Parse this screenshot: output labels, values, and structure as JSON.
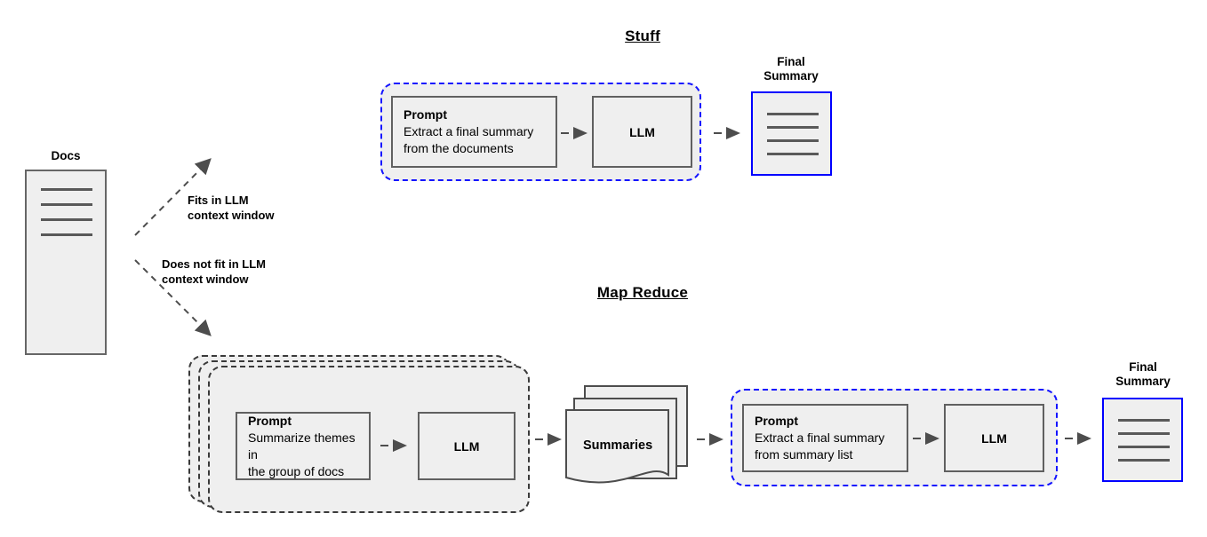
{
  "diagram": {
    "title_stuff": "Stuff",
    "title_map_reduce": "Map Reduce"
  },
  "source": {
    "label": "Docs",
    "icon": "document-icon"
  },
  "branches": [
    {
      "id": "fits",
      "label_line1": "Fits in LLM",
      "label_line2": "context window",
      "icon": "dashed-arrow-up-right-icon"
    },
    {
      "id": "does-not-fit",
      "label_line1": "Does not fit in LLM",
      "label_line2": "context window",
      "icon": "dashed-arrow-down-right-icon"
    }
  ],
  "stuff": {
    "title": "Stuff",
    "prompt": {
      "title": "Prompt",
      "body": "Extract a final summary\nfrom the documents"
    },
    "llm": "LLM",
    "arrow1_icon": "arrow-right-icon",
    "arrow2_icon": "arrow-right-icon",
    "final_summary": {
      "caption_line1": "Final",
      "caption_line2": "Summary",
      "icon": "document-icon"
    }
  },
  "map_reduce": {
    "title": "Map Reduce",
    "map_stage": {
      "stack_count": 3,
      "prompt": {
        "title": "Prompt",
        "body": "Summarize themes in\nthe group of docs"
      },
      "llm": "LLM",
      "arrow_icon": "arrow-right-icon"
    },
    "arrow_map_to_summaries_icon": "arrow-right-icon",
    "summaries": {
      "label": "Summaries",
      "stack_count": 3,
      "icon": "document-stack-icon"
    },
    "arrow_summaries_to_reduce_icon": "arrow-right-icon",
    "reduce_stage": {
      "prompt": {
        "title": "Prompt",
        "body": "Extract a final summary\nfrom summary list"
      },
      "llm": "LLM",
      "arrow_icon": "arrow-right-icon"
    },
    "arrow_reduce_to_final_icon": "arrow-right-icon",
    "final_summary": {
      "caption_line1": "Final",
      "caption_line2": "Summary",
      "icon": "document-icon"
    }
  },
  "colors": {
    "accent_blue": "#0000ff",
    "fill_gray": "#efefef",
    "stroke_gray": "#606060",
    "dash_gray": "#3a3a3a",
    "line_gray": "#595959"
  }
}
